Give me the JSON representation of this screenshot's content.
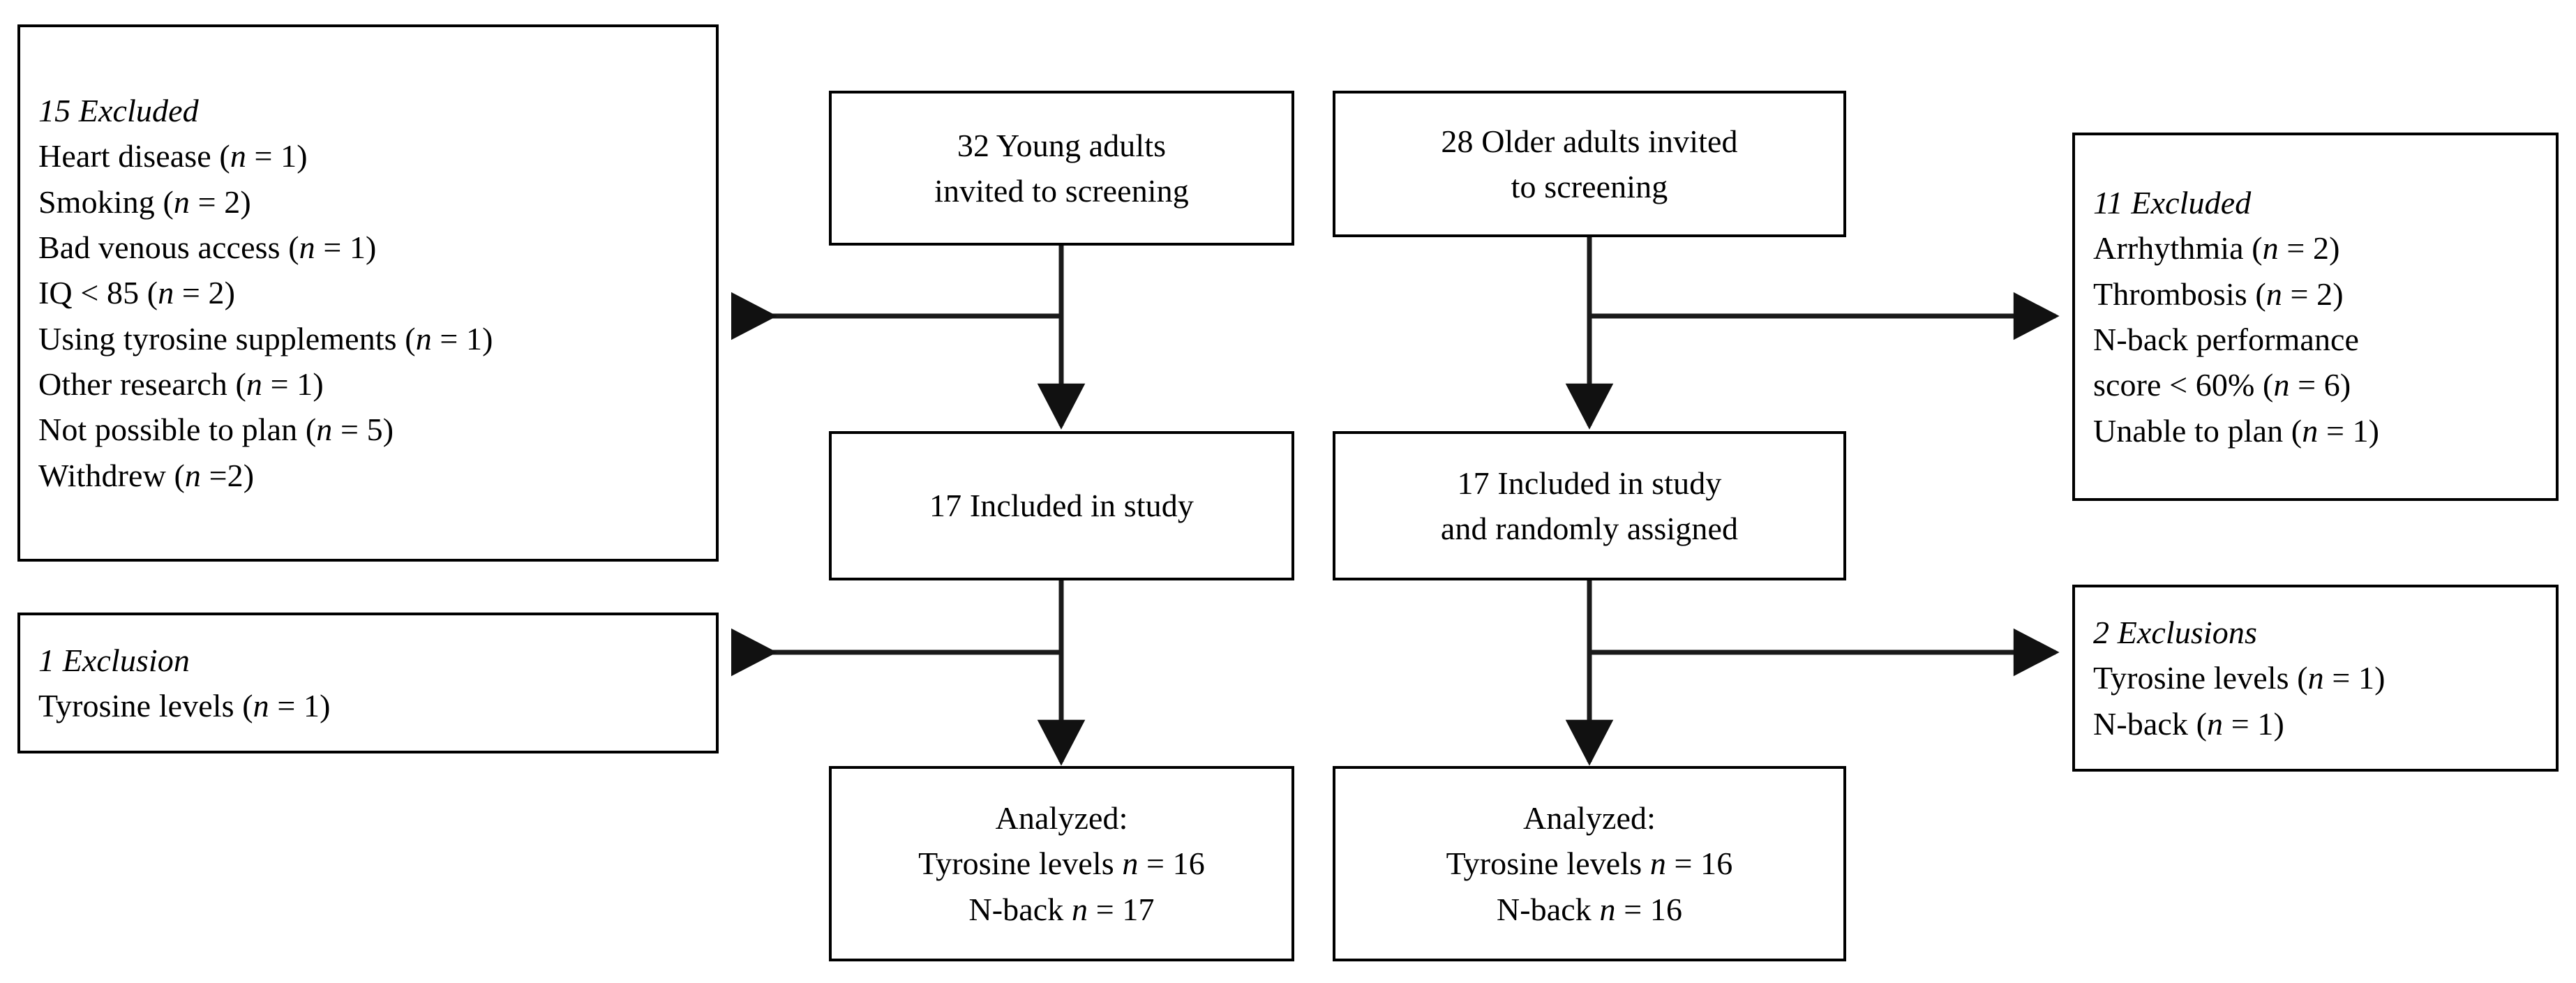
{
  "diagram": {
    "type": "consort-flow-diagram",
    "title": "Participant flow: young and older adults",
    "line_color": "#1a1a1a",
    "box_border_color": "#000000",
    "background_color": "#ffffff",
    "text_color": "#000000"
  },
  "nodes": {
    "excluded_young": {
      "heading": "15 Excluded",
      "items": [
        "Heart disease (n = 1)",
        "Smoking (n = 2)",
        "Bad venous access (n = 1)",
        "IQ < 85 (n = 2)",
        "Using tyrosine supplements (n = 1)",
        "Other research (n = 1)",
        "Not possible to plan (n = 5)",
        "Withdrew (n =2)"
      ]
    },
    "screened_young": {
      "lines": [
        "32 Young adults",
        "invited to screening"
      ]
    },
    "screened_older": {
      "lines": [
        "28 Older adults invited",
        "to screening"
      ]
    },
    "excluded_older": {
      "heading": "11 Excluded",
      "items": [
        "Arrhythmia (n = 2)",
        "Thrombosis (n = 2)",
        "N-back performance",
        "score < 60% (n = 6)",
        "Unable to plan (n = 1)"
      ]
    },
    "included_young": {
      "lines": [
        "17 Included in study"
      ]
    },
    "included_older": {
      "lines": [
        "17 Included in study",
        "and randomly assigned"
      ]
    },
    "exclusion_young": {
      "heading": "1 Exclusion",
      "items": [
        "Tyrosine levels (n = 1)"
      ]
    },
    "exclusion_older": {
      "heading": "2 Exclusions",
      "items": [
        "Tyrosine levels (n = 1)",
        "N-back (n = 1)"
      ]
    },
    "analyzed_young": {
      "lines": [
        "Analyzed:",
        "Tyrosine levels n = 16",
        "N-back n = 17"
      ]
    },
    "analyzed_older": {
      "lines": [
        "Analyzed:",
        "Tyrosine levels n = 16",
        "N-back n = 16"
      ]
    }
  },
  "chart_data": {
    "type": "diagram",
    "title": "CONSORT participant flow",
    "branches": [
      {
        "name": "Young adults",
        "invited": 32,
        "excluded_total": 15,
        "excluded_reasons": [
          {
            "reason": "Heart disease",
            "n": 1
          },
          {
            "reason": "Smoking",
            "n": 2
          },
          {
            "reason": "Bad venous access",
            "n": 1
          },
          {
            "reason": "IQ < 85",
            "n": 2
          },
          {
            "reason": "Using tyrosine supplements",
            "n": 1
          },
          {
            "reason": "Other research",
            "n": 1
          },
          {
            "reason": "Not possible to plan",
            "n": 5
          },
          {
            "reason": "Withdrew",
            "n": 2
          }
        ],
        "included": 17,
        "exclusions_after_inclusion_total": 1,
        "exclusions_after_inclusion": [
          {
            "reason": "Tyrosine levels",
            "n": 1
          }
        ],
        "analyzed": [
          {
            "measure": "Tyrosine levels",
            "n": 16
          },
          {
            "measure": "N-back",
            "n": 17
          }
        ]
      },
      {
        "name": "Older adults",
        "invited": 28,
        "excluded_total": 11,
        "excluded_reasons": [
          {
            "reason": "Arrhythmia",
            "n": 2
          },
          {
            "reason": "Thrombosis",
            "n": 2
          },
          {
            "reason": "N-back performance score < 60%",
            "n": 6
          },
          {
            "reason": "Unable to plan",
            "n": 1
          }
        ],
        "included": 17,
        "exclusions_after_inclusion_total": 2,
        "exclusions_after_inclusion": [
          {
            "reason": "Tyrosine levels",
            "n": 1
          },
          {
            "reason": "N-back",
            "n": 1
          }
        ],
        "analyzed": [
          {
            "measure": "Tyrosine levels",
            "n": 16
          },
          {
            "measure": "N-back",
            "n": 16
          }
        ]
      }
    ]
  }
}
